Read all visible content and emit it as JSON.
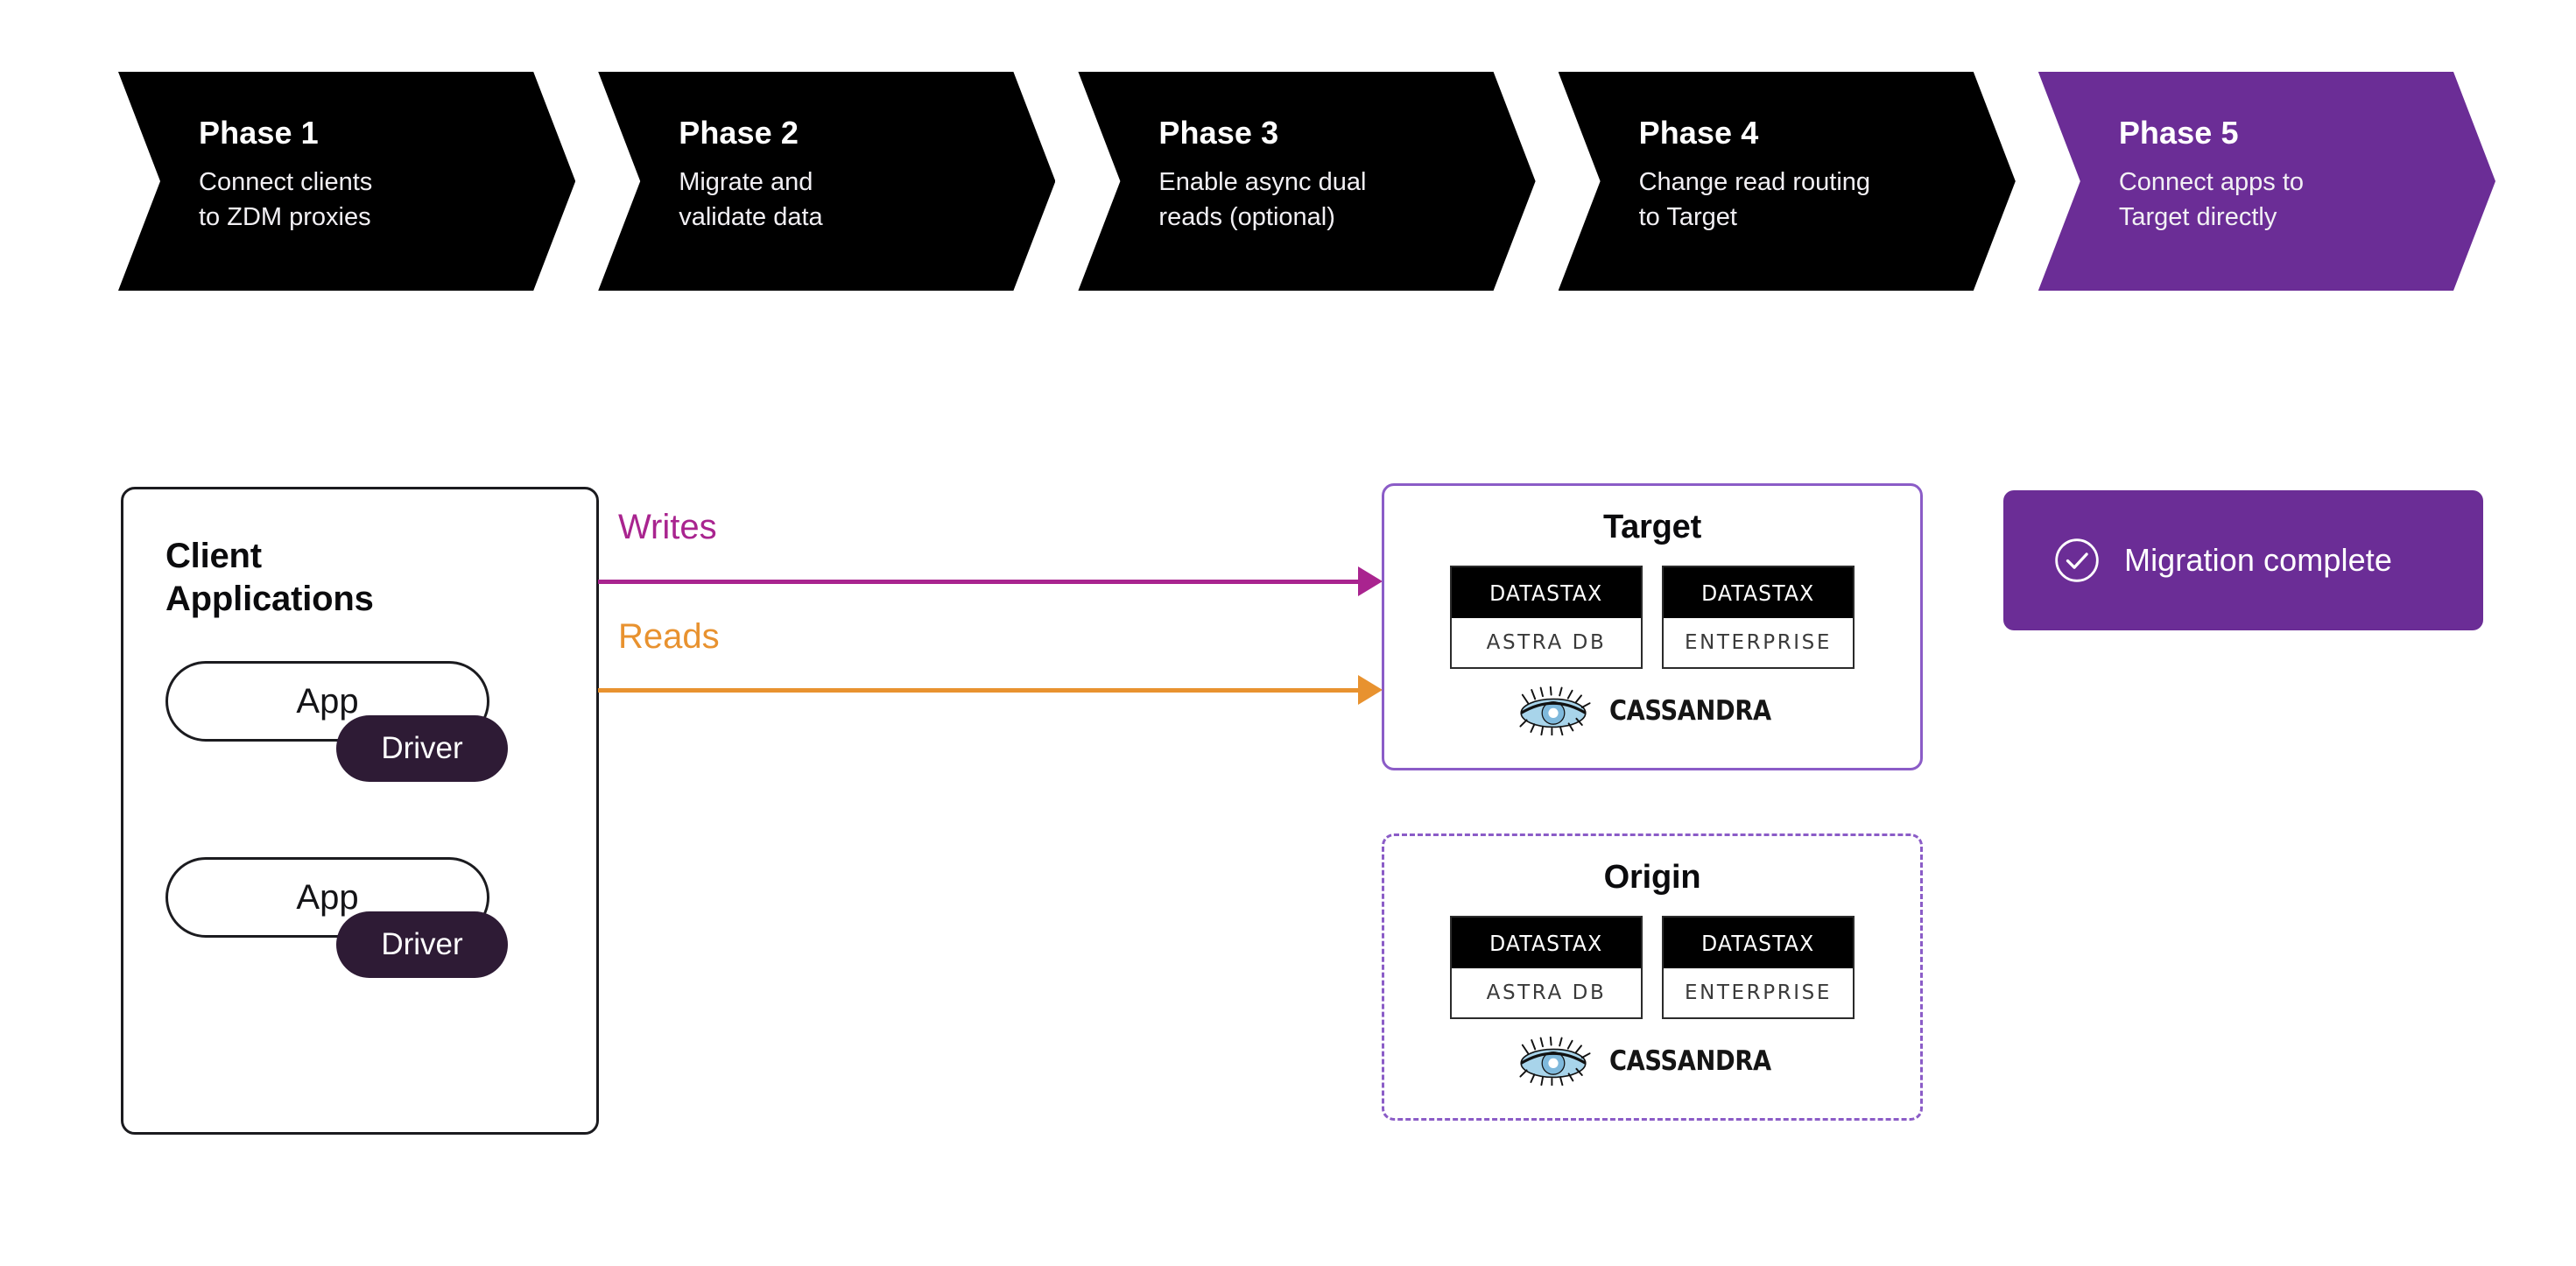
{
  "phases": [
    {
      "title": "Phase 1",
      "desc": "Connect clients\nto ZDM proxies",
      "state": "inactive"
    },
    {
      "title": "Phase 2",
      "desc": "Migrate and\nvalidate data",
      "state": "inactive"
    },
    {
      "title": "Phase 3",
      "desc": "Enable async dual\nreads (optional)",
      "state": "inactive"
    },
    {
      "title": "Phase 4",
      "desc": "Change read routing\nto Target",
      "state": "inactive"
    },
    {
      "title": "Phase 5",
      "desc": "Connect apps to\nTarget directly",
      "state": "active"
    }
  ],
  "client_box": {
    "title": "Client\nApplications",
    "apps": [
      {
        "app_label": "App",
        "driver_label": "Driver"
      },
      {
        "app_label": "App",
        "driver_label": "Driver"
      }
    ]
  },
  "flows": [
    {
      "label": "Writes",
      "color": "#A9248F",
      "from": "Client Applications",
      "to": "Target"
    },
    {
      "label": "Reads",
      "color": "#E8922F",
      "from": "Client Applications",
      "to": "Target"
    }
  ],
  "databases": [
    {
      "title": "Target",
      "border_style": "solid",
      "border_color": "#8B5CC7",
      "products": [
        {
          "brand": "DATASTAX",
          "edition": "ASTRA DB"
        },
        {
          "brand": "DATASTAX",
          "edition": "ENTERPRISE"
        }
      ],
      "cassandra_label": "CASSANDRA"
    },
    {
      "title": "Origin",
      "border_style": "dashed",
      "border_color": "#8B5CC7",
      "products": [
        {
          "brand": "DATASTAX",
          "edition": "ASTRA DB"
        },
        {
          "brand": "DATASTAX",
          "edition": "ENTERPRISE"
        }
      ],
      "cassandra_label": "CASSANDRA"
    }
  ],
  "status_badge": {
    "label": "Migration complete",
    "icon": "check-circle-icon",
    "background": "#6B2D96"
  },
  "colors": {
    "accent_purple": "#6B2D96",
    "border_purple": "#8B5CC7",
    "writes_magenta": "#A9248F",
    "reads_orange": "#E8922F",
    "driver_dark": "#2E1B35",
    "chevron_black": "#000000"
  }
}
